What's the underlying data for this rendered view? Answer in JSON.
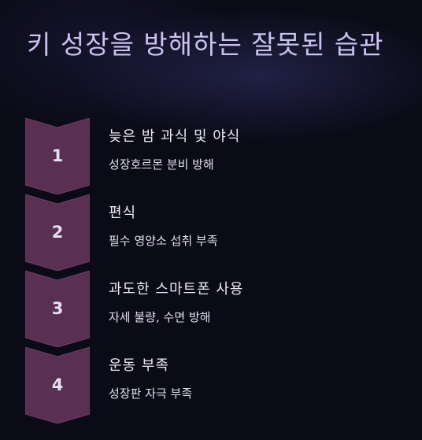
{
  "slide": {
    "title": "키 성장을 방해하는 잘못된 습관",
    "items": [
      {
        "number": "1",
        "title": "늦은 밤 과식 및 야식",
        "description": "성장호르몬 분비 방해"
      },
      {
        "number": "2",
        "title": "편식",
        "description": "필수 영양소 섭취 부족"
      },
      {
        "number": "3",
        "title": "과도한 스마트폰 사용",
        "description": "자세 불량, 수면 방해"
      },
      {
        "number": "4",
        "title": "운동 부족",
        "description": "성장판 자극 부족"
      }
    ]
  },
  "colors": {
    "background": "#0b0b17",
    "title": "#cbc2f0",
    "chevron_fill": "#5a3052",
    "chevron_stroke": "#6e3d65",
    "text": "#ece9f7"
  }
}
